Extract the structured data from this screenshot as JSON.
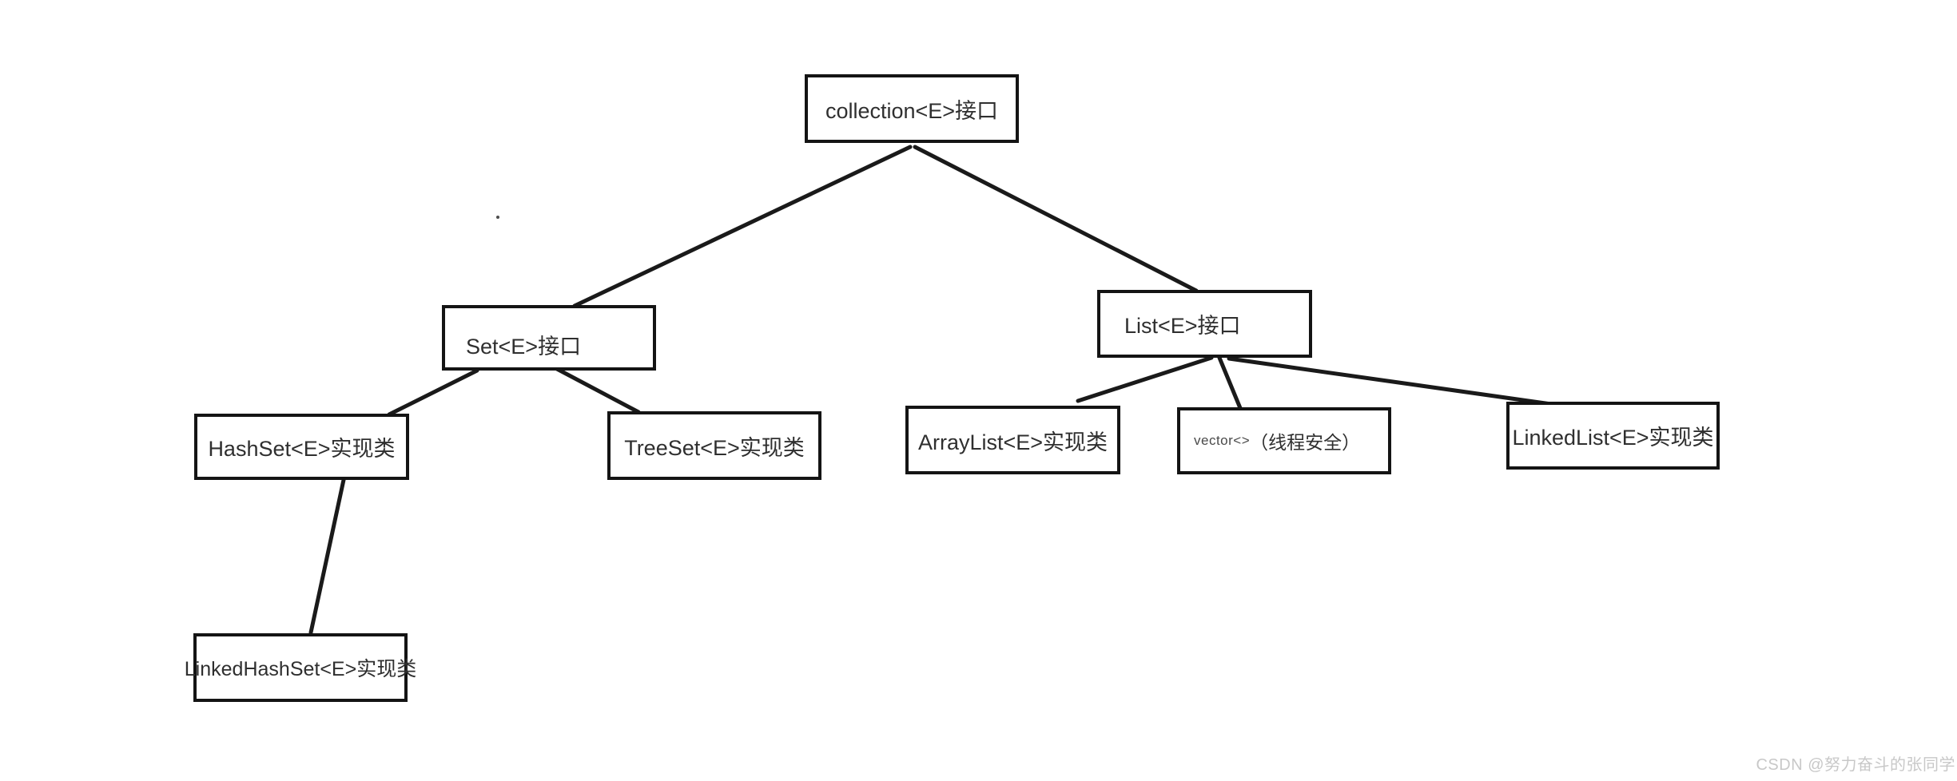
{
  "canvas": {
    "background": "#ffffff",
    "line_color": "#1a1a1a",
    "box_border_color": "#141414",
    "text_color": "#2f2f2f"
  },
  "nodes": {
    "collection": {
      "label": "collection<E>接口"
    },
    "set": {
      "label": "Set<E>接口"
    },
    "list": {
      "label": "List<E>接口"
    },
    "hashset": {
      "label": "HashSet<E>实现类"
    },
    "treeset": {
      "label": "TreeSet<E>实现类"
    },
    "arraylist": {
      "label": "ArrayList<E>实现类"
    },
    "vector": {
      "code": "vector<>",
      "note": "（线程安全）"
    },
    "linkedlist": {
      "label": "LinkedList<E>实现类"
    },
    "linkedhashset": {
      "label": "LinkedHashSet<E>实现类"
    }
  },
  "edges": [
    {
      "from": "collection",
      "to": "set"
    },
    {
      "from": "collection",
      "to": "list"
    },
    {
      "from": "set",
      "to": "hashset"
    },
    {
      "from": "set",
      "to": "treeset"
    },
    {
      "from": "hashset",
      "to": "linkedhashset"
    },
    {
      "from": "list",
      "to": "arraylist"
    },
    {
      "from": "list",
      "to": "vector"
    },
    {
      "from": "list",
      "to": "linkedlist"
    }
  ],
  "watermark": {
    "text": "CSDN @努力奋斗的张同学",
    "color": "#c8c8c8"
  }
}
